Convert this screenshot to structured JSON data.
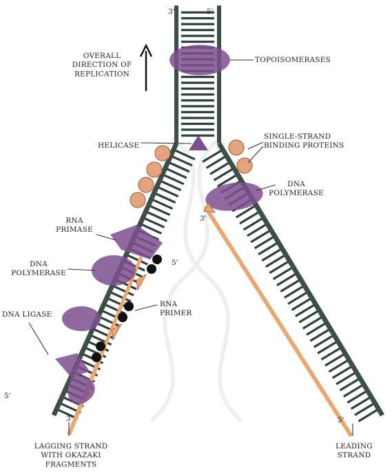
{
  "diagram": {
    "labels": {
      "direction": [
        "OVERALL",
        "DIRECTION OF",
        "REPLICATION"
      ],
      "topoisomerases": [
        "TOPOISOMERASES"
      ],
      "helicase": [
        "HELICASE"
      ],
      "ssb": [
        "SINGLE-STRAND",
        "BINDING PROTEINS"
      ],
      "dna_pol_leading": [
        "DNA",
        "POLYMERASE"
      ],
      "rna_primase": [
        "RNA",
        "PRIMASE"
      ],
      "dna_pol_lagging": [
        "DNA",
        "POLYMERASE"
      ],
      "rna_primer": [
        "RNA",
        "PRIMER"
      ],
      "dna_ligase": [
        "DNA LIGASE"
      ],
      "lagging_strand": [
        "LAGGING STRAND",
        "WITH OKAZAKI",
        "FRAGMENTS"
      ],
      "leading_strand": [
        "LEADING",
        "STRAND"
      ]
    },
    "ends": {
      "top_left": "3'",
      "top_right": "5'",
      "leading_arrow": "3'",
      "leading_bottom": "5'",
      "lagging_left": "5'",
      "lagging_bottom": "3'",
      "primer_5": "5'"
    },
    "colors": {
      "backbone": "#3b4f47",
      "rung": "#2f3f39",
      "enzyme": "#7c4f8f",
      "ssb": "#e3a47f",
      "new_strand": "#e8a874",
      "primer": "#111111"
    }
  }
}
